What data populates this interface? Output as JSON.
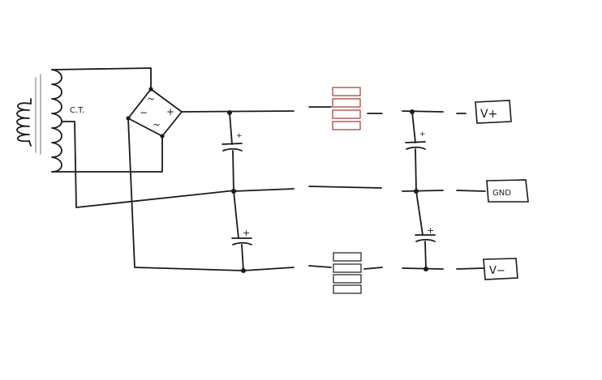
{
  "transformer": {
    "tap_label": "C.T."
  },
  "bridge": {
    "ac_symbol_top": "~",
    "ac_symbol_bottom": "~",
    "minus_symbol": "−",
    "plus_symbol": "+"
  },
  "capacitor_polarity": "+",
  "outputs": [
    {
      "id": "vplus",
      "label": "V+"
    },
    {
      "id": "gnd",
      "label": "GND"
    },
    {
      "id": "vminus",
      "label": "V−"
    }
  ],
  "colors": {
    "ink": "#1a1a1a",
    "positive_regulator": "#a83232",
    "negative_regulator": "#1a1a1a",
    "core": "#9a9a9a"
  }
}
